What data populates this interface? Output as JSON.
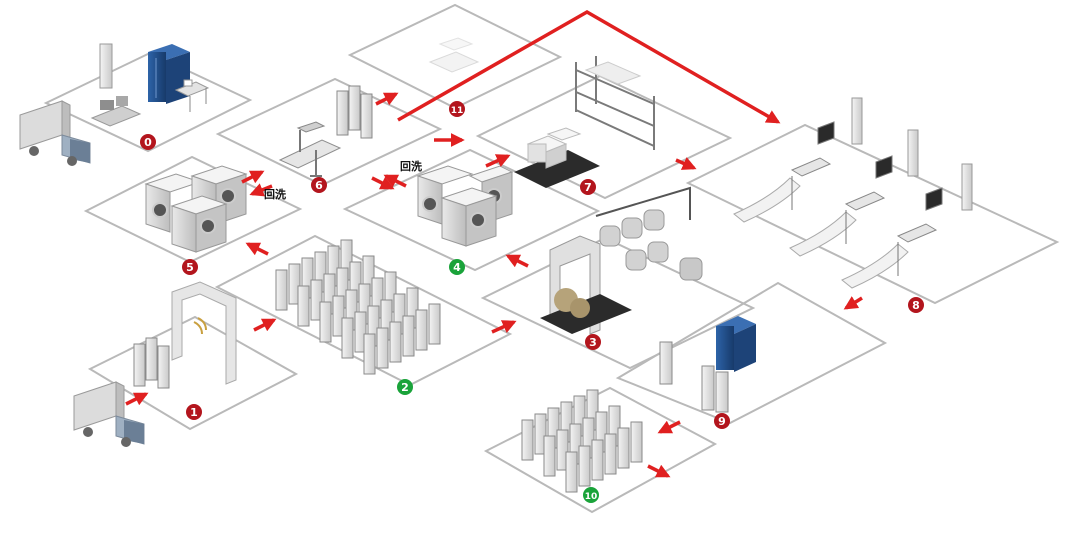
{
  "diagram": {
    "colors": {
      "arrow": "#e02020",
      "badge_red": "#b3151d",
      "badge_green": "#1aa33a",
      "zone_border": "#b9b9b9",
      "rack_blue": "#1f4e8c"
    },
    "stations": [
      {
        "id": "0",
        "label": "0",
        "badge": "red",
        "icons": [
          "truck-icon",
          "cart-icon",
          "cabinet-icon",
          "desk-icon"
        ]
      },
      {
        "id": "1",
        "label": "1",
        "badge": "red",
        "icons": [
          "truck-icon",
          "rfid-gate-icon",
          "cart-icon"
        ]
      },
      {
        "id": "2",
        "label": "2",
        "badge": "green",
        "icons": [
          "cart-row-icon"
        ]
      },
      {
        "id": "3",
        "label": "3",
        "badge": "red",
        "icons": [
          "sorting-gate-icon",
          "laundry-bag-icon",
          "conveyor-icon"
        ]
      },
      {
        "id": "4",
        "label": "4",
        "badge": "green",
        "icons": [
          "washing-machine-icon"
        ]
      },
      {
        "id": "5",
        "label": "5",
        "badge": "red",
        "icons": [
          "washing-machine-icon"
        ]
      },
      {
        "id": "6",
        "label": "6",
        "badge": "red",
        "icons": [
          "ironer-icon",
          "cart-icon"
        ]
      },
      {
        "id": "7",
        "label": "7",
        "badge": "red",
        "icons": [
          "linen-stack-icon",
          "shelf-icon"
        ]
      },
      {
        "id": "8",
        "label": "8",
        "badge": "red",
        "icons": [
          "folding-line-icon",
          "monitor-icon",
          "scanner-icon"
        ]
      },
      {
        "id": "9",
        "label": "9",
        "badge": "red",
        "icons": [
          "cabinet-icon",
          "cart-icon"
        ]
      },
      {
        "id": "10",
        "label": "10",
        "badge": "green",
        "icons": [
          "cart-row-icon"
        ]
      },
      {
        "id": "11",
        "label": "11",
        "badge": "red",
        "icons": [
          "linen-icon"
        ]
      }
    ],
    "rewash_labels": [
      {
        "id": "rewash-a",
        "text": "回洗"
      },
      {
        "id": "rewash-b",
        "text": "回洗"
      }
    ]
  }
}
